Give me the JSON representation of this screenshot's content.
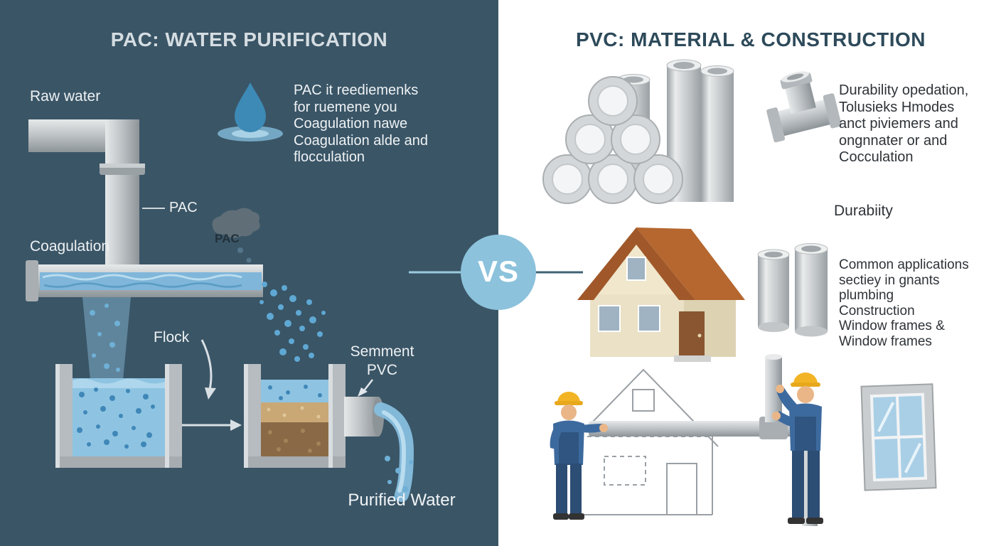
{
  "colors": {
    "left_bg": "#3a5566",
    "vs_circle": "#8cc2dc",
    "water_blue": "#7fb6d9",
    "pipe_gray": "#b9bec1",
    "roof_brown": "#b5672f",
    "worker_blue": "#3d6a9e",
    "hat_yellow": "#f2b424"
  },
  "left": {
    "title": "PAC: WATER PURIFICATION",
    "raw_water_label": "Raw water",
    "description_lines": [
      "PAC it reediemenks",
      "for ruemene you",
      "Coagulation nawe",
      "Coagulation alde and",
      "flocculation"
    ],
    "pac_callout_label": "PAC",
    "pac_blob_label": "PAC",
    "coagulation_label": "Coagulation",
    "flock_label": "Flock",
    "sediment_label_line1": "Semment",
    "sediment_label_line2": "PVC",
    "purified_water_label": "Purified Water"
  },
  "center": {
    "vs_label": "VS"
  },
  "right": {
    "title": "PVC: MATERIAL & CONSTRUCTION",
    "properties_lines": [
      "Durability opedation,",
      "Tolusieks Hmodes",
      "anct piviemers and",
      "ongnnater or and",
      "Cocculation"
    ],
    "durability_label": "Durabiity",
    "applications_lines": [
      "Common applications",
      "sectiey in gnants",
      "plumbing",
      "Construction",
      "Window frames &",
      "Window frames"
    ]
  }
}
